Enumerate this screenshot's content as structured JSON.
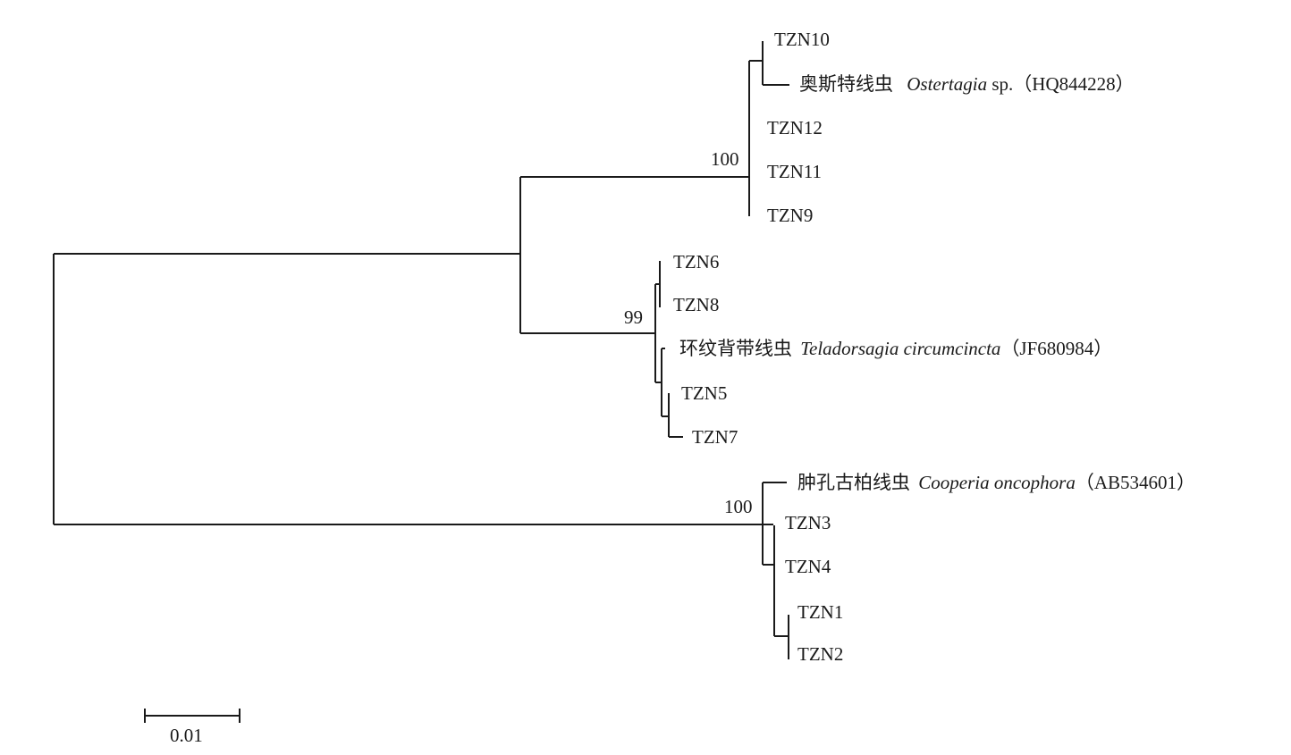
{
  "tree": {
    "leaves": {
      "tzn10": "TZN10",
      "ostertagia": {
        "cn": "奥斯特线虫",
        "sci": "Ostertagia",
        "suffix": " sp.",
        "acc": "（HQ844228）"
      },
      "tzn12": "TZN12",
      "tzn11": "TZN11",
      "tzn9": "TZN9",
      "tzn6": "TZN6",
      "tzn8": "TZN8",
      "teladorsagia": {
        "cn": "环纹背带线虫",
        "sci": "Teladorsagia circumcincta",
        "acc": "（JF680984）"
      },
      "tzn5": "TZN5",
      "tzn7": "TZN7",
      "cooperia": {
        "cn": "肿孔古柏线虫",
        "sci": "Cooperia oncophora",
        "acc": "（AB534601）"
      },
      "tzn3": "TZN3",
      "tzn4": "TZN4",
      "tzn1": "TZN1",
      "tzn2": "TZN2"
    },
    "bootstrap": {
      "ostertagia_clade": "100",
      "teladorsagia_clade": "99",
      "cooperia_clade": "100"
    }
  },
  "scale_bar": {
    "label": "0.01"
  }
}
